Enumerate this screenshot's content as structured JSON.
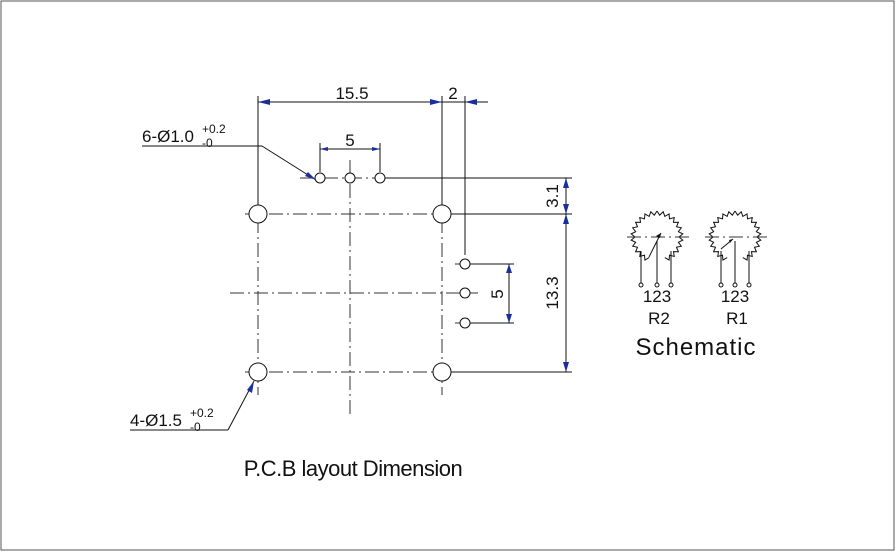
{
  "dimensions": {
    "width_15_5": "15.5",
    "gap_2": "2",
    "small_spacing_5": "5",
    "vertical_3_1": "3.1",
    "vertical_13_3": "13.3",
    "pin_spacing_5": "5"
  },
  "holes": {
    "small_prefix": "6-Ø1.0",
    "small_tol_plus": "+0.2",
    "small_tol_minus": "-0",
    "large_prefix": "4-Ø1.5",
    "large_tol_plus": "+0.2",
    "large_tol_minus": "-0"
  },
  "captions": {
    "pcb_layout": "P.C.B layout Dimension",
    "schematic": "Schematic"
  },
  "schematic": {
    "r2": {
      "label": "R2",
      "pins": "123"
    },
    "r1": {
      "label": "R1",
      "pins": "123"
    }
  },
  "colors": {
    "arrow": "#1a2f9a",
    "line": "#111111"
  }
}
